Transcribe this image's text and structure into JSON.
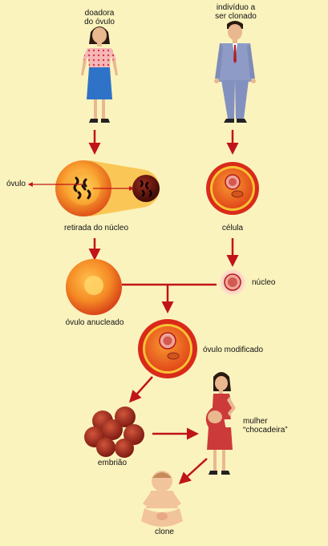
{
  "labels": {
    "donor_line1": "doadora",
    "donor_line2": "do óvulo",
    "clone_source_line1": "indivíduo a",
    "clone_source_line2": "ser clonado",
    "ovum": "óvulo",
    "nucleus_removal": "retirada do núcleo",
    "cell": "célula",
    "enucleated_ovum": "óvulo anucleado",
    "nucleus": "núcleo",
    "modified_ovum": "óvulo modificado",
    "surrogate_line1": "mulher",
    "surrogate_line2": "“chocadeira”",
    "embryo": "embrião",
    "clone": "clone"
  },
  "colors": {
    "background": "#FBF3BE",
    "arrow": "#C0141A",
    "cell_fill": "#F2781F",
    "cell_ring": "#D92A1A",
    "nucleus_fill": "#B01A1A",
    "embryo_cell": "#A3291F"
  },
  "icons": [
    "woman-figure",
    "man-figure",
    "pregnant-woman-figure",
    "baby-figure",
    "arrow"
  ]
}
